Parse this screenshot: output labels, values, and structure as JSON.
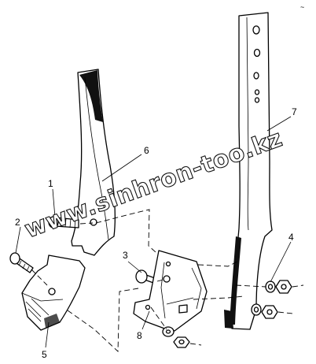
{
  "diagram": {
    "callouts": [
      {
        "id": "c1",
        "label": "1"
      },
      {
        "id": "c2",
        "label": "2"
      },
      {
        "id": "c3",
        "label": "3"
      },
      {
        "id": "c4",
        "label": "4"
      },
      {
        "id": "c5",
        "label": "5"
      },
      {
        "id": "c6",
        "label": "6"
      },
      {
        "id": "c7",
        "label": "7"
      },
      {
        "id": "c8",
        "label": "8"
      }
    ],
    "watermark": "www.sinhron-too.kz",
    "corner_mark": "~"
  }
}
